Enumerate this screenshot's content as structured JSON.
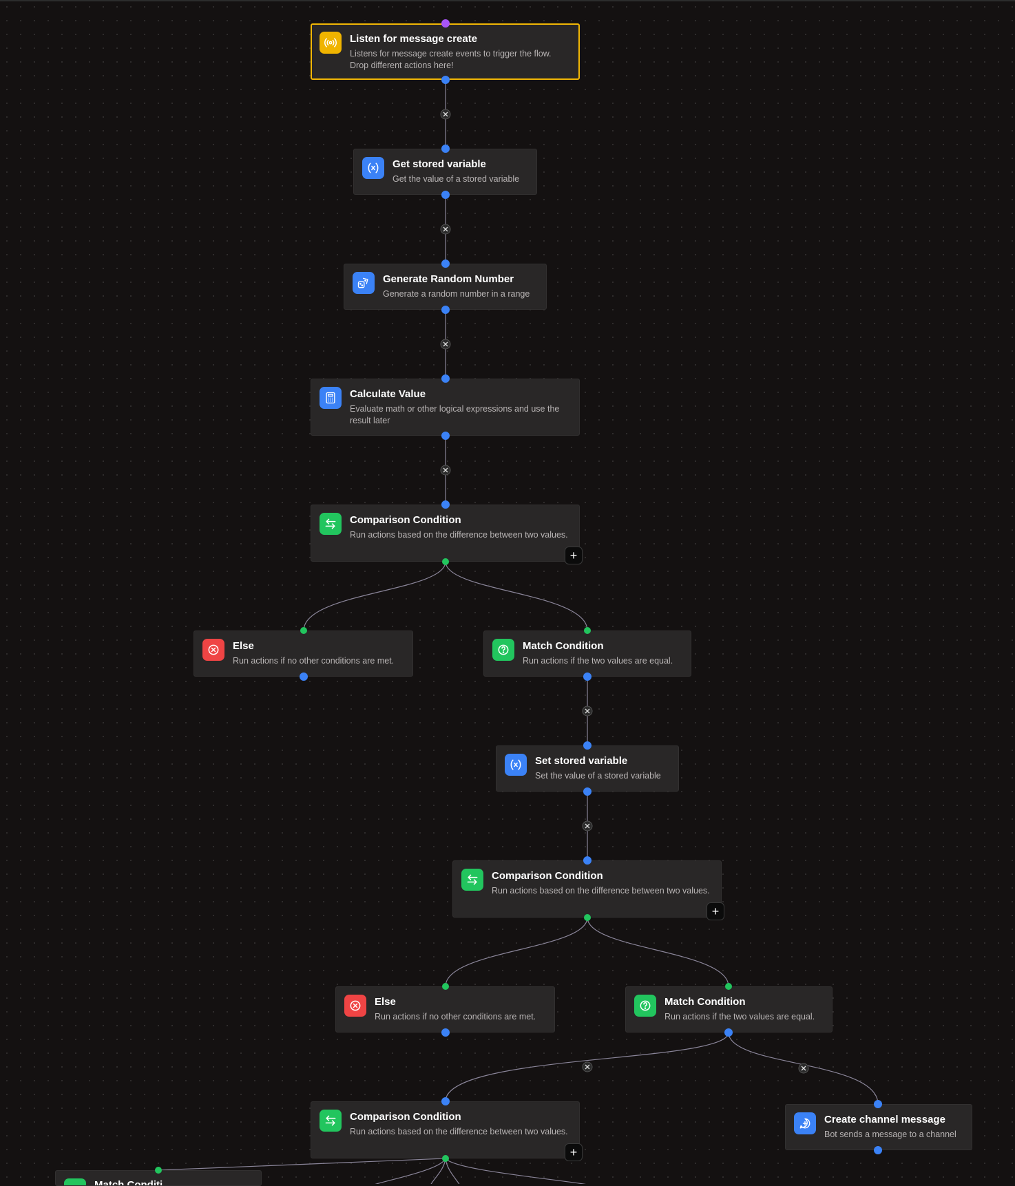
{
  "colors": {
    "canvas_bg": "#141111",
    "node_bg": "#292727",
    "selected_border": "#f2b705",
    "handle_blue": "#3b82f6",
    "handle_green": "#22c55e",
    "handle_purple": "#a855f7",
    "edge": "#8a8599"
  },
  "nodes": {
    "trigger": {
      "title": "Listen for message create",
      "desc": "Listens for message create events to trigger the flow. Drop different actions here!",
      "icon": "broadcast-icon"
    },
    "get_var": {
      "title": "Get stored variable",
      "desc": "Get the value of a stored variable",
      "icon": "variable-icon"
    },
    "random": {
      "title": "Generate Random Number",
      "desc": "Generate a random number in a range",
      "icon": "dice-icon"
    },
    "calc": {
      "title": "Calculate Value",
      "desc": "Evaluate math or other logical expressions and use the result later",
      "icon": "calculator-icon"
    },
    "compare1": {
      "title": "Comparison Condition",
      "desc": "Run actions based on the difference between two values.",
      "icon": "arrows-exchange-icon"
    },
    "else1": {
      "title": "Else",
      "desc": "Run actions if no other conditions are met.",
      "icon": "x-circle-icon"
    },
    "match1": {
      "title": "Match Condition",
      "desc": "Run actions if the two values are equal.",
      "icon": "question-circle-icon"
    },
    "set_var": {
      "title": "Set stored variable",
      "desc": "Set the value of a stored variable",
      "icon": "variable-icon"
    },
    "compare2": {
      "title": "Comparison Condition",
      "desc": "Run actions based on the difference between two values.",
      "icon": "arrows-exchange-icon"
    },
    "else2": {
      "title": "Else",
      "desc": "Run actions if no other conditions are met.",
      "icon": "x-circle-icon"
    },
    "match2": {
      "title": "Match Condition",
      "desc": "Run actions if the two values are equal.",
      "icon": "question-circle-icon"
    },
    "compare3": {
      "title": "Comparison Condition",
      "desc": "Run actions based on the difference between two values.",
      "icon": "arrows-exchange-icon"
    },
    "channel_msg": {
      "title": "Create channel message",
      "desc": "Bot sends a message to a channel",
      "icon": "message-plus-icon"
    },
    "match3": {
      "title": "Match Conditi",
      "desc": "",
      "icon": "question-circle-icon"
    }
  },
  "controls": {
    "add_branch_label": "+",
    "delete_edge_label": "×"
  }
}
